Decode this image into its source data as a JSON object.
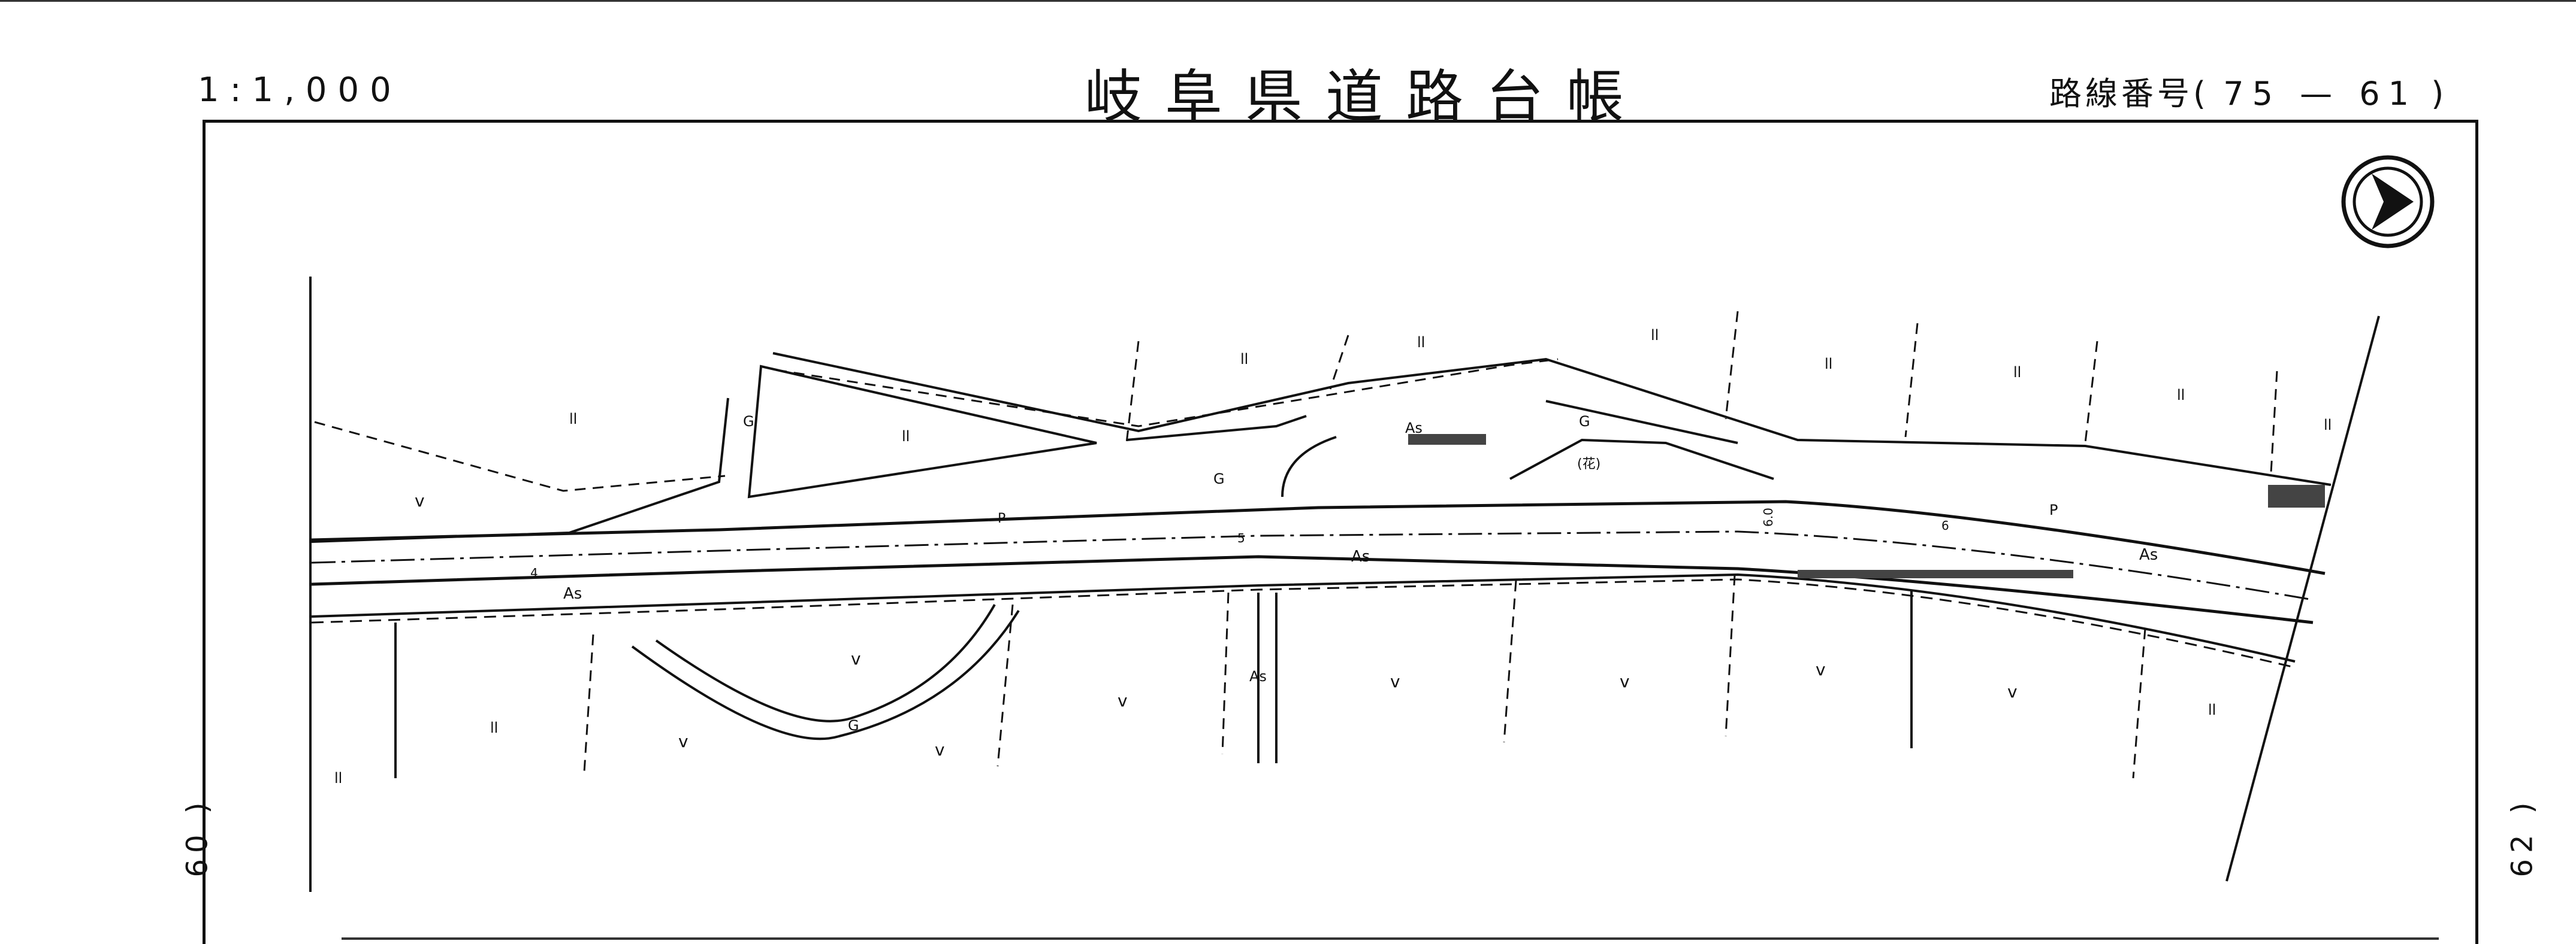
{
  "header": {
    "scale": "1:1,000",
    "title": "岐阜県道路台帳",
    "route_prefix": "路線番号(",
    "route_number": "75 — 61",
    "route_suffix": ")"
  },
  "sheet_refs": {
    "left": "60 )",
    "right": "62 )"
  },
  "map_labels": {
    "as": "As",
    "as_station_5": "As",
    "g": "G",
    "p": "P",
    "flower": "(花)",
    "station_4": "4",
    "station_5": "5",
    "station_6": "6",
    "width": "6.0",
    "field": "ll",
    "farm": "v"
  },
  "icons": {
    "north_arrow": "north-arrow-icon"
  }
}
